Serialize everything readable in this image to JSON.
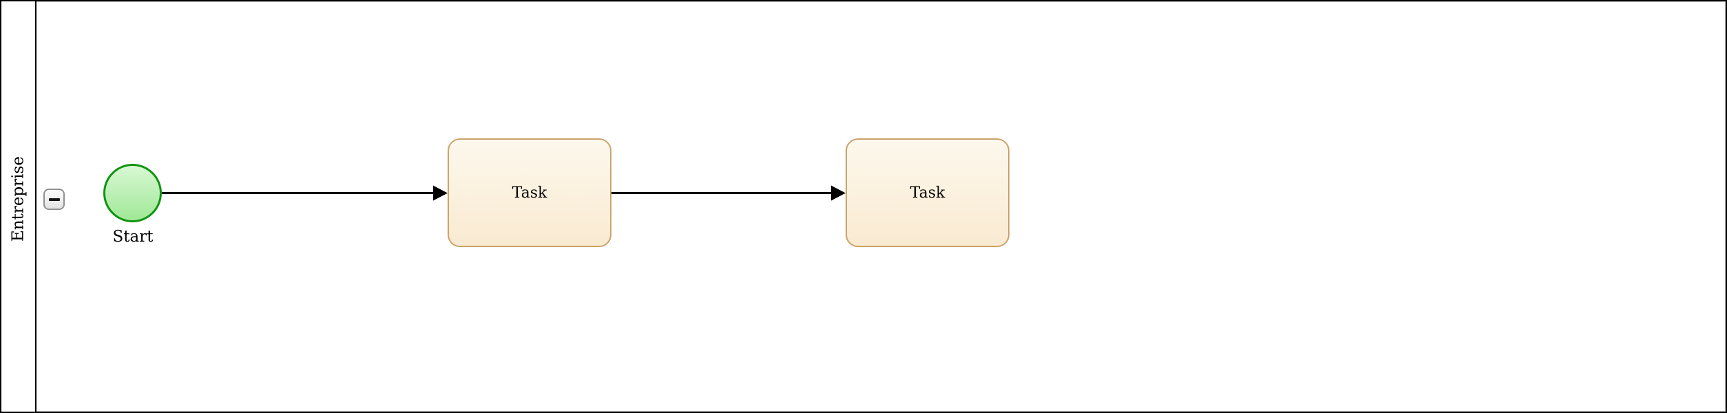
{
  "pool": {
    "label": "Entreprise",
    "collapse_label": "−"
  },
  "nodes": {
    "start_event": {
      "label": "Start",
      "type": "bpmn-start-event"
    },
    "task_1": {
      "label": "Task",
      "type": "bpmn-task"
    },
    "task_2": {
      "label": "Task",
      "type": "bpmn-task"
    }
  },
  "flows": [
    {
      "from": "start_event",
      "to": "task_1"
    },
    {
      "from": "task_1",
      "to": "task_2"
    }
  ],
  "colors": {
    "pool-border": "#000000",
    "lane-inner-border": "#c4c4c4",
    "button-border": "#909090",
    "start-border": "#109410",
    "start-fill-top": "#d9f8d3",
    "start-fill-bottom": "#9fe897",
    "task-border": "#cba26a",
    "task-fill-top": "#fdf8ed",
    "task-fill-bottom": "#f9ead1",
    "flow-line": "#000000"
  }
}
